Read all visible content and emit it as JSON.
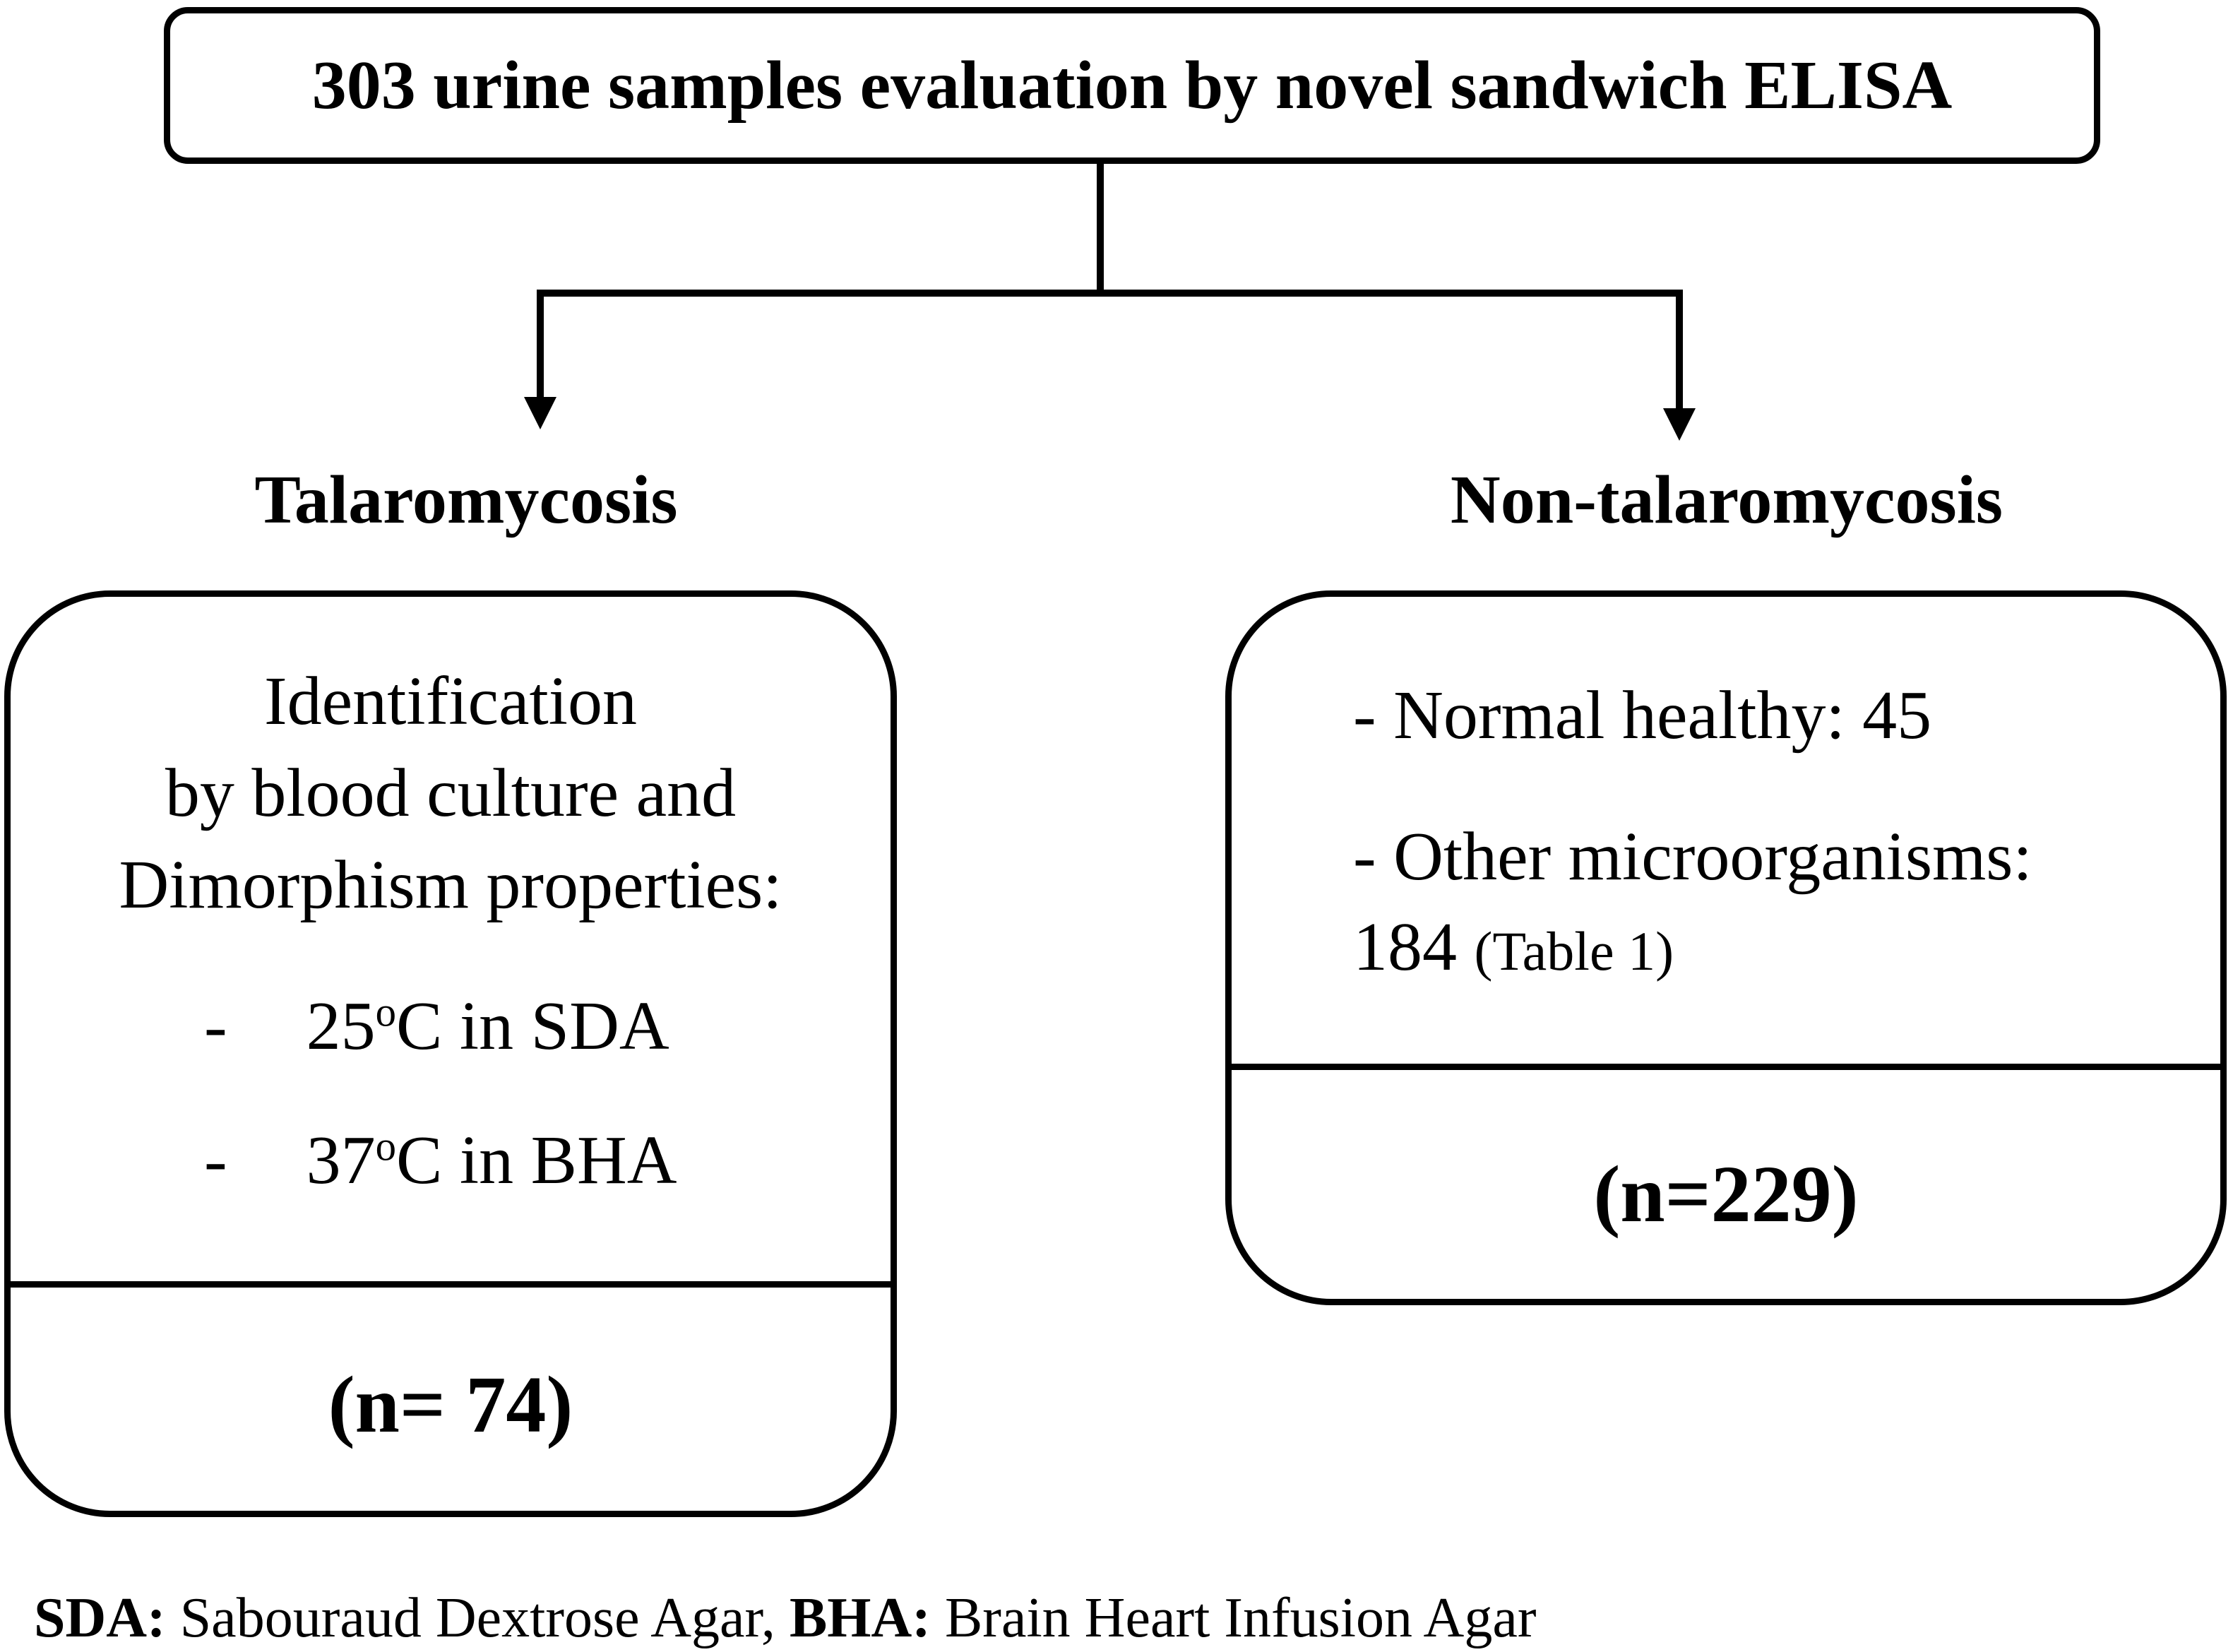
{
  "top": {
    "title": "303 urine samples evaluation by novel sandwich ELISA"
  },
  "left": {
    "heading": "Talaromycosis",
    "lines": [
      "Identification",
      "by blood culture and",
      "Dimorphism properties:"
    ],
    "bullets": [
      {
        "dash": "-",
        "pre": "25",
        "sup": "o",
        "post": "C in SDA"
      },
      {
        "dash": "-",
        "pre": "37",
        "sup": "o",
        "post": "C in BHA"
      }
    ],
    "count": "(n= 74)"
  },
  "right": {
    "heading": "Non-talaromycosis",
    "item1": "- Normal healthy: 45",
    "item2": "- Other microorganisms:",
    "item2_value": "184",
    "item2_ref": "(Table 1)",
    "count": "(n=229)"
  },
  "footnote": {
    "abbr1": "SDA:",
    "def1": " Sabouraud Dextrose Agar,",
    "abbr2": "BHA:",
    "def2": " Brain Heart Infusion Agar"
  }
}
